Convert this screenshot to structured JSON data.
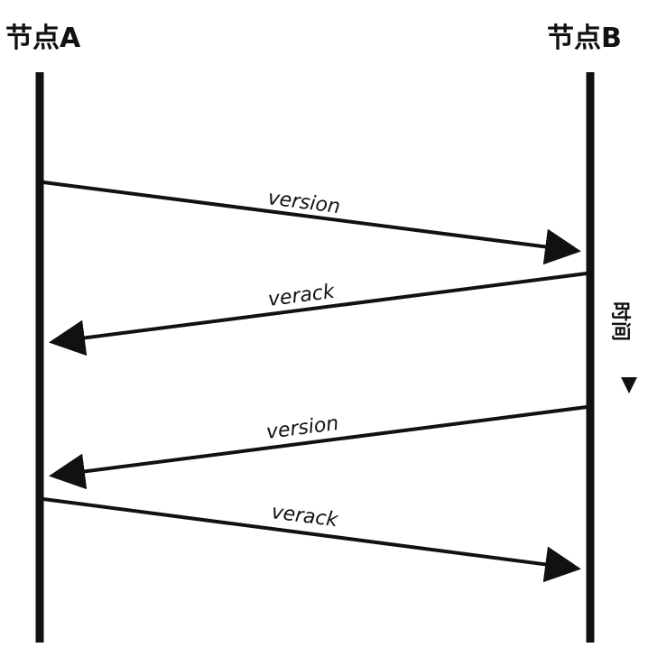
{
  "nodes": {
    "a_label": "节点A",
    "b_label": "节点B"
  },
  "messages": [
    {
      "label": "version",
      "from": "A",
      "to": "B"
    },
    {
      "label": "verack",
      "from": "B",
      "to": "A"
    },
    {
      "label": "version",
      "from": "B",
      "to": "A"
    },
    {
      "label": "verack",
      "from": "A",
      "to": "B"
    }
  ],
  "time_axis": {
    "label": "时间",
    "direction": "down"
  },
  "colors": {
    "ink": "#111111",
    "background": "#ffffff"
  }
}
